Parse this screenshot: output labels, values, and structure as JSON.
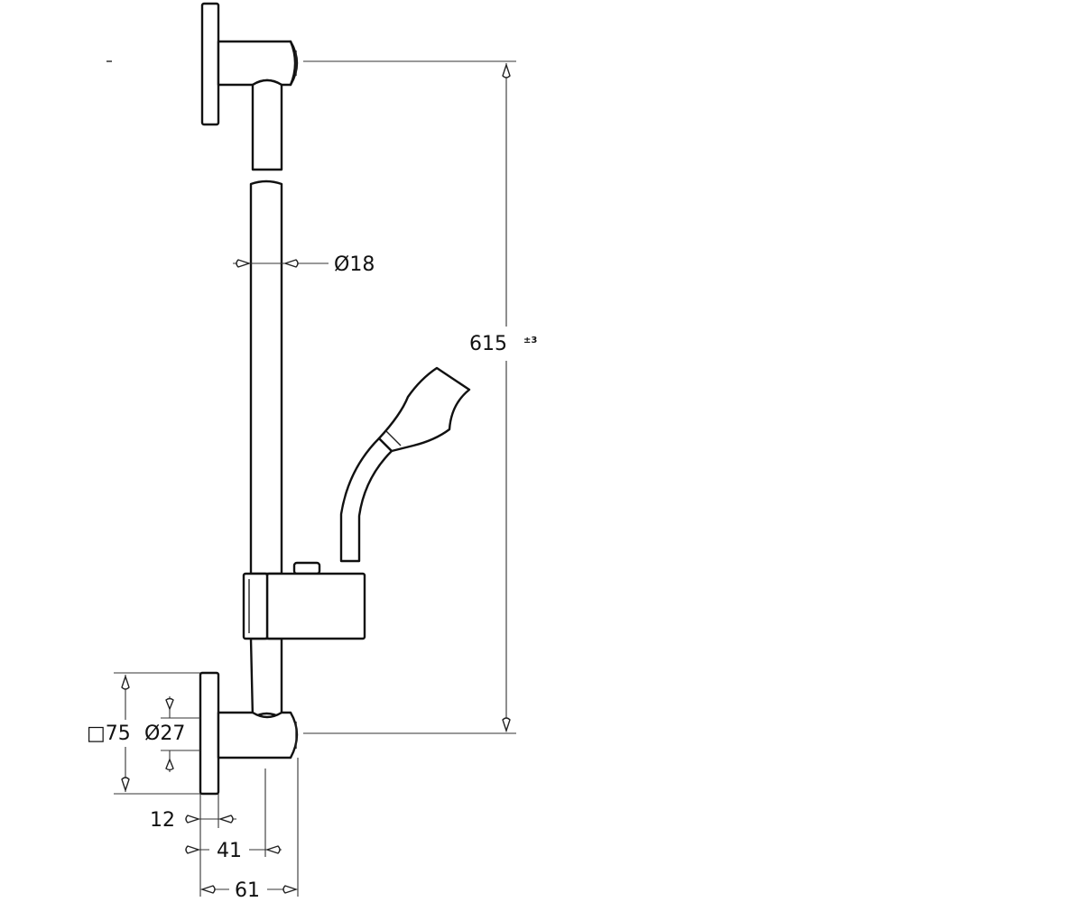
{
  "dimensions": {
    "bar_diameter": "Ø18",
    "height": "615",
    "height_note": "±3",
    "flange_square": "□75",
    "flange_diameter": "Ø27",
    "flange_thickness": "12",
    "bar_offset": "41",
    "total_depth": "61"
  }
}
